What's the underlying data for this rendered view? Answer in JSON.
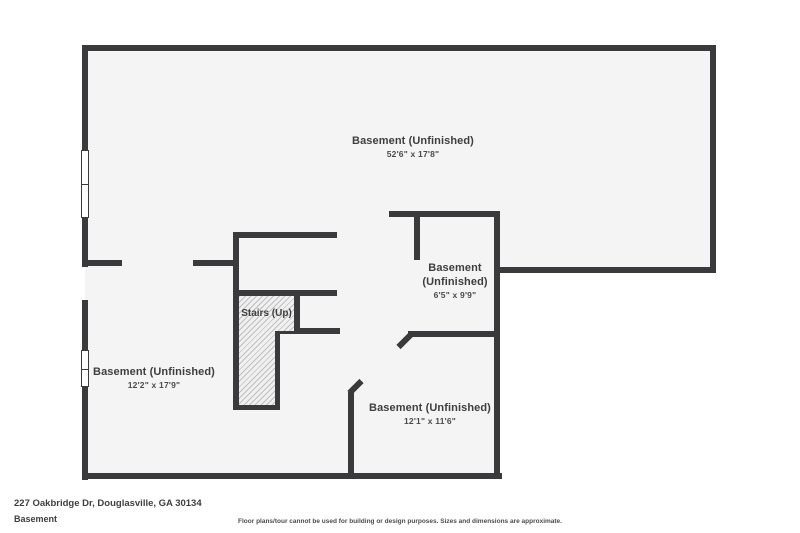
{
  "palette": {
    "wall": "#3a3a3c",
    "floor": "#f4f4f4",
    "outside": "#ffffff",
    "text": "#3e3e40",
    "hatch_line": "#b9b9b9"
  },
  "rooms": {
    "top": {
      "name": "Basement (Unfinished)",
      "dims": "52'6\" x 17'8\""
    },
    "left": {
      "name": "Basement (Unfinished)",
      "dims": "12'2\" x 17'9\""
    },
    "middle": {
      "name_line1": "Basement",
      "name_line2": "(Unfinished)",
      "dims": "6'5\" x 9'9\""
    },
    "bottom": {
      "name": "Basement (Unfinished)",
      "dims": "12'1\" x 11'6\""
    },
    "stairs": {
      "name": "Stairs (Up)"
    }
  },
  "footer": {
    "address": "227 Oakbridge Dr, Douglasville, GA 30134",
    "level": "Basement",
    "disclaimer": "Floor plans/tour cannot be used for building or design purposes. Sizes and dimensions are approximate."
  }
}
